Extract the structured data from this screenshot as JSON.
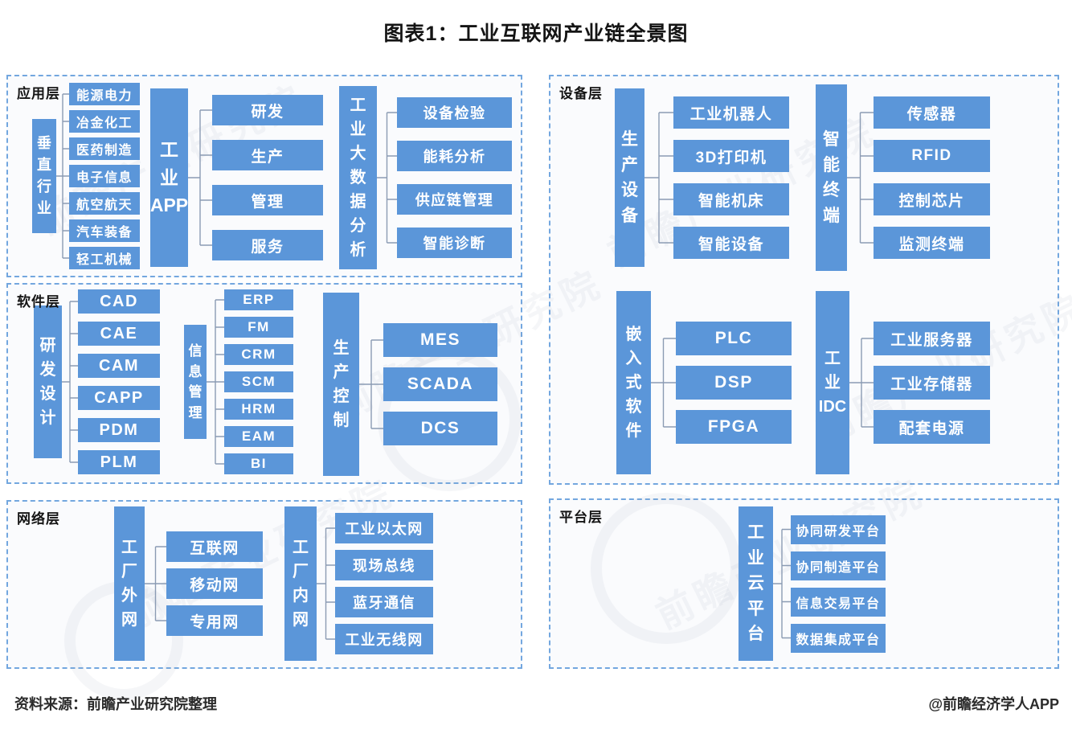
{
  "title": "图表1：工业互联网产业链全景图",
  "footer": {
    "source": "资料来源：前瞻产业研究院整理",
    "credit": "@前瞻经济学人APP"
  },
  "watermark": "前瞻产业研究院",
  "colors": {
    "box_blue": "#5b96d9",
    "panel_border": "#73a7df",
    "connector": "#8b9bb3",
    "title_color": "#141414"
  },
  "panels": [
    {
      "id": "application-layer",
      "label": "应用层",
      "groups": [
        {
          "id": "vertical-industry",
          "parent": "垂直行业",
          "children": [
            "能源电力",
            "冶金化工",
            "医药制造",
            "电子信息",
            "航空航天",
            "汽车装备",
            "轻工机械"
          ]
        },
        {
          "id": "industrial-app",
          "parent": "工业APP",
          "children": [
            "研发",
            "生产",
            "管理",
            "服务"
          ]
        },
        {
          "id": "industrial-bigdata",
          "parent": "工业大数据分析",
          "children": [
            "设备检验",
            "能耗分析",
            "供应链管理",
            "智能诊断"
          ]
        }
      ]
    },
    {
      "id": "equipment-layer",
      "label": "设备层",
      "groups": [
        {
          "id": "production-equipment",
          "parent": "生产设备",
          "children": [
            "工业机器人",
            "3D打印机",
            "智能机床",
            "智能设备"
          ]
        },
        {
          "id": "smart-terminal",
          "parent": "智能终端",
          "children": [
            "传感器",
            "RFID",
            "控制芯片",
            "监测终端"
          ]
        },
        {
          "id": "embedded-software",
          "parent": "嵌入式软件",
          "children": [
            "PLC",
            "DSP",
            "FPGA"
          ]
        },
        {
          "id": "industrial-idc",
          "parent": "工业IDC",
          "children": [
            "工业服务器",
            "工业存储器",
            "配套电源"
          ]
        }
      ]
    },
    {
      "id": "software-layer",
      "label": "软件层",
      "groups": [
        {
          "id": "rnd-design",
          "parent": "研发设计",
          "children": [
            "CAD",
            "CAE",
            "CAM",
            "CAPP",
            "PDM",
            "PLM"
          ]
        },
        {
          "id": "info-management",
          "parent": "信息管理",
          "children": [
            "ERP",
            "FM",
            "CRM",
            "SCM",
            "HRM",
            "EAM",
            "BI"
          ]
        },
        {
          "id": "production-control",
          "parent": "生产控制",
          "children": [
            "MES",
            "SCADA",
            "DCS"
          ]
        }
      ]
    },
    {
      "id": "network-layer",
      "label": "网络层",
      "groups": [
        {
          "id": "factory-extranet",
          "parent": "工厂外网",
          "children": [
            "互联网",
            "移动网",
            "专用网"
          ]
        },
        {
          "id": "factory-intranet",
          "parent": "工厂内网",
          "children": [
            "工业以太网",
            "现场总线",
            "蓝牙通信",
            "工业无线网"
          ]
        }
      ]
    },
    {
      "id": "platform-layer",
      "label": "平台层",
      "groups": [
        {
          "id": "industrial-cloud",
          "parent": "工业云平台",
          "children": [
            "协同研发平台",
            "协同制造平台",
            "信息交易平台",
            "数据集成平台"
          ]
        }
      ]
    }
  ]
}
